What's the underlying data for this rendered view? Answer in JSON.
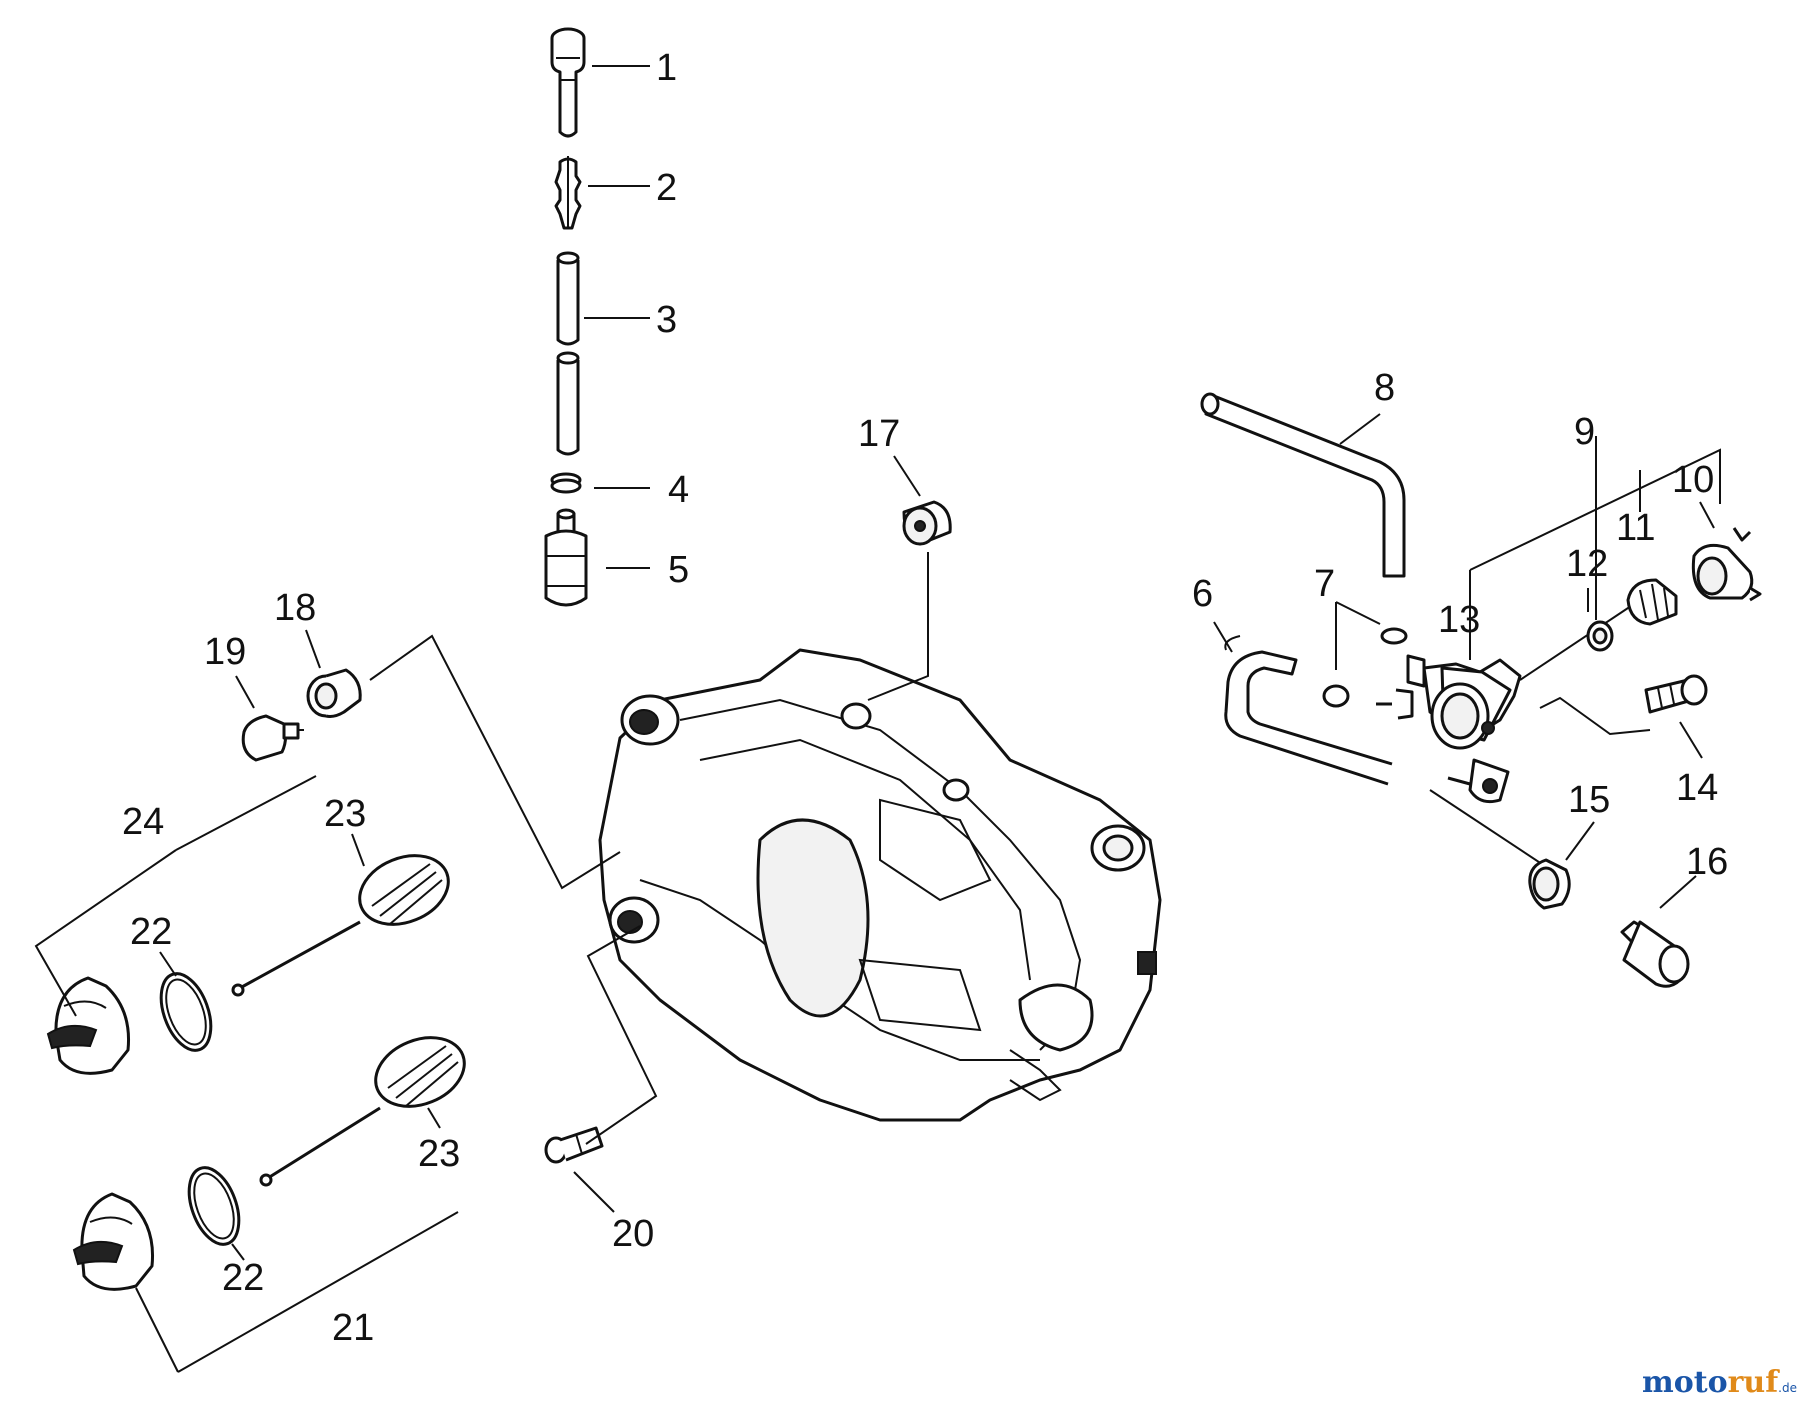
{
  "callouts": [
    "1",
    "2",
    "3",
    "4",
    "5",
    "6",
    "7",
    "8",
    "9",
    "10",
    "11",
    "12",
    "13",
    "14",
    "15",
    "16",
    "17",
    "18",
    "19",
    "20",
    "21",
    "22",
    "22",
    "23",
    "23",
    "24"
  ],
  "watermark": {
    "prefix": "moto",
    "suffix": "ruf",
    "tld": ".de"
  }
}
